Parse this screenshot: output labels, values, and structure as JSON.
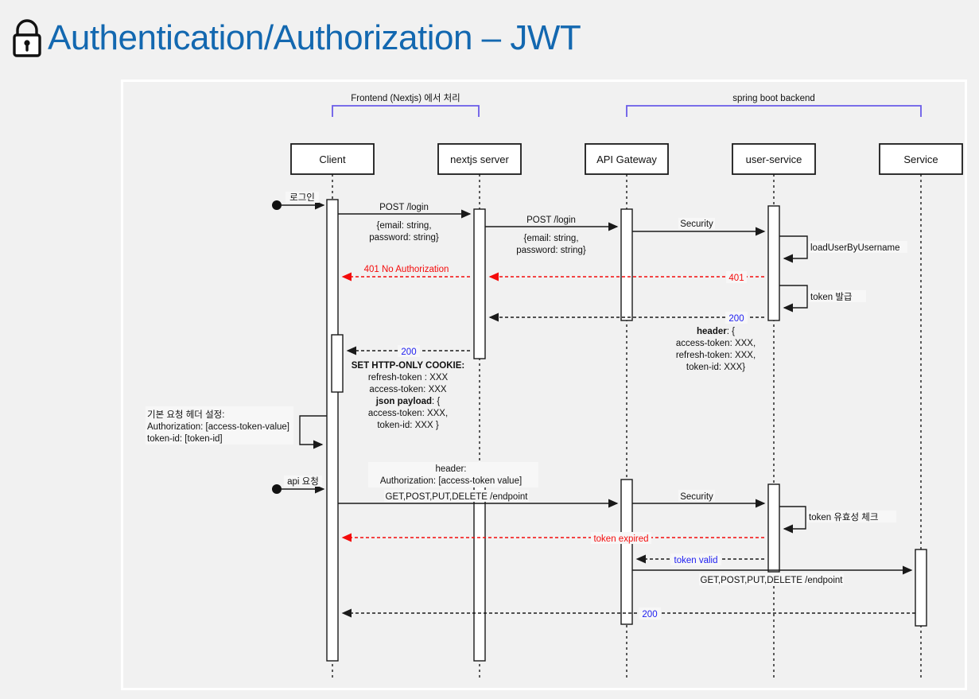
{
  "header": {
    "title": "Authentication/Authorization – JWT",
    "icon": "lock-icon",
    "title_color": "#1368b0"
  },
  "diagram": {
    "type": "sequence-diagram",
    "groups": [
      {
        "id": "frontend",
        "label": "Frontend (Nextjs) 에서 처리",
        "from": "Client",
        "to": "nextjs server",
        "color": "#6a5be8"
      },
      {
        "id": "backend",
        "label": "spring boot backend",
        "from": "API Gateway",
        "to": "Service",
        "color": "#6a5be8"
      }
    ],
    "participants": [
      {
        "id": "client",
        "label": "Client"
      },
      {
        "id": "nextjs",
        "label": "nextjs server"
      },
      {
        "id": "gateway",
        "label": "API Gateway"
      },
      {
        "id": "userservice",
        "label": "user-service"
      },
      {
        "id": "service",
        "label": "Service"
      }
    ],
    "entry_points": [
      {
        "id": "login-entry",
        "label": "로그인",
        "target": "Client"
      },
      {
        "id": "api-entry",
        "label": "api 요청",
        "target": "Client"
      }
    ],
    "messages": [
      {
        "id": "m1",
        "from": "Client",
        "to": "nextjs server",
        "label": "POST /login",
        "sublabel": "{email: string,\npassword: string}",
        "style": "solid",
        "color": "#1a1a1a"
      },
      {
        "id": "m2",
        "from": "nextjs server",
        "to": "API Gateway",
        "label": "POST /login",
        "sublabel": "{email: string,\npassword: string}",
        "style": "solid",
        "color": "#1a1a1a"
      },
      {
        "id": "m3",
        "from": "API Gateway",
        "to": "user-service",
        "label": "Security",
        "style": "solid",
        "color": "#1a1a1a"
      },
      {
        "id": "m4",
        "from": "user-service",
        "to": "user-service",
        "label": "loadUserByUsername",
        "style": "self-loop",
        "color": "#1a1a1a"
      },
      {
        "id": "m5",
        "from": "user-service",
        "to": "user-service",
        "label": "token 발급",
        "style": "self-loop",
        "color": "#1a1a1a"
      },
      {
        "id": "m6",
        "from": "user-service",
        "to": "nextjs server",
        "label": "401",
        "style": "dashed",
        "color": "#f40b0b"
      },
      {
        "id": "m7",
        "from": "nextjs server",
        "to": "Client",
        "label": "401 No Authorization",
        "style": "dashed",
        "color": "#f40b0b"
      },
      {
        "id": "m8",
        "from": "user-service",
        "to": "nextjs server",
        "label": "200",
        "sublabel": "header: {\naccess-token: XXX,\nrefresh-token: XXX,\ntoken-id: XXX}",
        "style": "dashed",
        "color": "#1c1cf0"
      },
      {
        "id": "m9",
        "from": "nextjs server",
        "to": "Client",
        "label": "200",
        "sublabel": "SET HTTP-ONLY COOKIE:\nrefresh-token : XXX\naccess-token: XXX\njson payload: {\naccess-token: XXX,\ntoken-id: XXX }",
        "style": "dashed",
        "color": "#1c1cf0"
      },
      {
        "id": "m10",
        "from": "Client",
        "to": "Client",
        "label": "기본 요청 헤더 설정:\nAuthorization:  [access-token-value]\ntoken-id: [token-id]",
        "style": "self-loop-left",
        "color": "#1a1a1a"
      },
      {
        "id": "m11",
        "from": "Client",
        "to": "API Gateway",
        "label": "GET,POST,PUT,DELETE /endpoint",
        "sublabel": "header:\nAuthorization: [access-token value]",
        "style": "solid",
        "color": "#1a1a1a"
      },
      {
        "id": "m12",
        "from": "API Gateway",
        "to": "user-service",
        "label": "Security",
        "style": "solid",
        "color": "#1a1a1a"
      },
      {
        "id": "m13",
        "from": "user-service",
        "to": "user-service",
        "label": "token 유효성 체크",
        "style": "self-loop",
        "color": "#1a1a1a"
      },
      {
        "id": "m14",
        "from": "user-service",
        "to": "Client",
        "label": "token expired",
        "style": "dashed",
        "color": "#f40b0b"
      },
      {
        "id": "m15",
        "from": "user-service",
        "to": "API Gateway",
        "label": "token valid",
        "style": "dashed",
        "color": "#1c1cf0"
      },
      {
        "id": "m16",
        "from": "API Gateway",
        "to": "Service",
        "label": "GET,POST,PUT,DELETE /endpoint",
        "style": "solid",
        "color": "#1a1a1a"
      },
      {
        "id": "m17",
        "from": "Service",
        "to": "Client",
        "label": "200",
        "style": "dashed",
        "color": "#1a1a1a",
        "label_color": "#1c1cf0"
      }
    ],
    "notes": [
      {
        "id": "header-note",
        "lines": [
          "header:",
          "Authorization: [access-token value]"
        ]
      },
      {
        "id": "default-header-note",
        "lines": [
          "기본 요청 헤더 설정:",
          "Authorization:  [access-token-value]",
          "token-id: [token-id]"
        ]
      },
      {
        "id": "cookie-note",
        "lines": [
          "SET HTTP-ONLY COOKIE:",
          "refresh-token : XXX",
          "access-token: XXX",
          "json payload: {",
          "access-token: XXX,",
          "token-id: XXX }"
        ]
      },
      {
        "id": "gateway-header-note",
        "lines": [
          "header: {",
          "access-token: XXX,",
          "refresh-token: XXX,",
          "token-id: XXX}"
        ]
      }
    ],
    "text_labels": {
      "post_login_1": "POST /login",
      "post_login_1_body_1": "{email: string,",
      "post_login_1_body_2": "password: string}",
      "post_login_2": "POST /login",
      "post_login_2_body_1": "{email: string,",
      "post_login_2_body_2": "password: string}",
      "security_1": "Security",
      "security_2": "Security",
      "load_user": "loadUserByUsername",
      "token_issue": "token 발급",
      "code_401_long": "401 No Authorization",
      "code_401": "401",
      "code_200_a": "200",
      "code_200_b": "200",
      "code_200_c": "200",
      "cookie_l1": "SET HTTP-ONLY COOKIE:",
      "cookie_l2": "refresh-token : XXX",
      "cookie_l3": "access-token: XXX",
      "cookie_l4a": "json payload",
      "cookie_l4b": ": {",
      "cookie_l5": "access-token: XXX,",
      "cookie_l6": "token-id: XXX }",
      "gw_header_l1a": "header",
      "gw_header_l1b": ": {",
      "gw_header_l2": "access-token: XXX,",
      "gw_header_l3": "refresh-token: XXX,",
      "gw_header_l4": "token-id: XXX}",
      "def_hdr_l1": "기본 요청 헤더 설정:",
      "def_hdr_l2": "Authorization:  [access-token-value]",
      "def_hdr_l3": "token-id: [token-id]",
      "api_hdr_l1": "header:",
      "api_hdr_l2": "Authorization: [access-token value]",
      "endpoint_1": "GET,POST,PUT,DELETE /endpoint",
      "endpoint_2": "GET,POST,PUT,DELETE /endpoint",
      "token_expired": "token expired",
      "token_valid": "token valid",
      "token_check": "token 유효성 체크",
      "login_entry": "로그인",
      "api_entry": "api 요청",
      "group_frontend": "Frontend (Nextjs) 에서 처리",
      "group_backend": "spring boot backend"
    }
  }
}
